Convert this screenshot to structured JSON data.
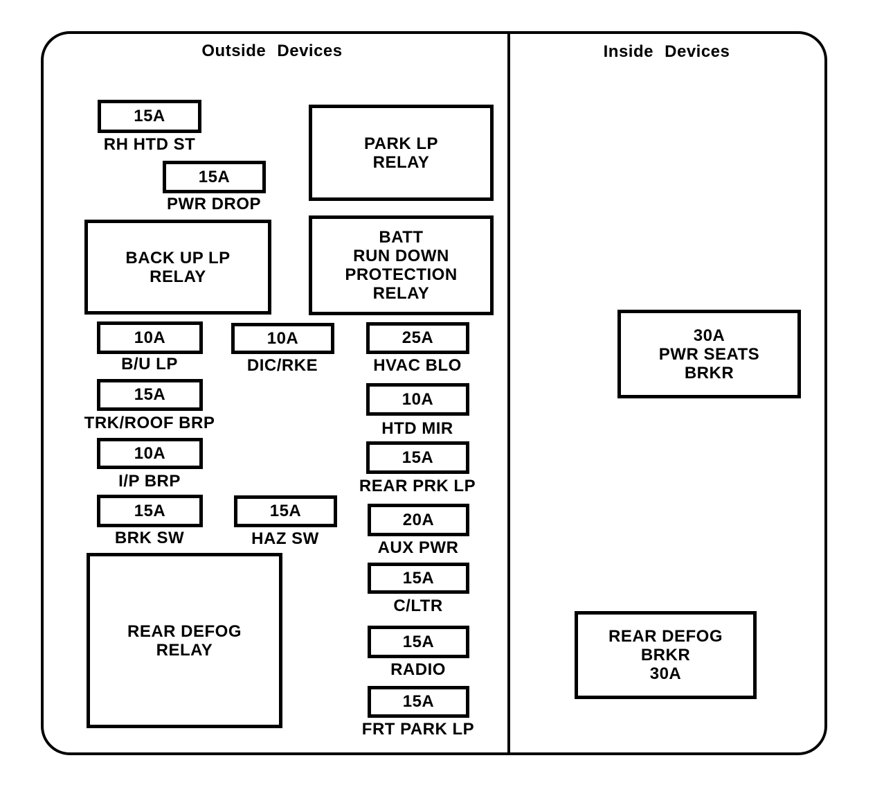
{
  "diagram": {
    "outside": {
      "title": "Outside Devices",
      "fuses": [
        {
          "amp": "15A",
          "label": "RH HTD ST"
        },
        {
          "amp": "15A",
          "label": "PWR DROP"
        },
        {
          "amp": "10A",
          "label": "B/U LP"
        },
        {
          "amp": "10A",
          "label": "DIC/RKE"
        },
        {
          "amp": "25A",
          "label": "HVAC BLO"
        },
        {
          "amp": "15A",
          "label": "TRK/ROOF BRP"
        },
        {
          "amp": "10A",
          "label": "HTD MIR"
        },
        {
          "amp": "10A",
          "label": "I/P BRP"
        },
        {
          "amp": "15A",
          "label": "REAR PRK LP"
        },
        {
          "amp": "15A",
          "label": "BRK SW"
        },
        {
          "amp": "15A",
          "label": "HAZ SW"
        },
        {
          "amp": "20A",
          "label": "AUX PWR"
        },
        {
          "amp": "15A",
          "label": "C/LTR"
        },
        {
          "amp": "15A",
          "label": "RADIO"
        },
        {
          "amp": "15A",
          "label": "FRT PARK LP"
        }
      ],
      "relays": [
        {
          "name": "PARK LP\nRELAY"
        },
        {
          "name": "BACK UP LP\nRELAY"
        },
        {
          "name": "BATT\nRUN DOWN\nPROTECTION\nRELAY"
        },
        {
          "name": "REAR DEFOG\nRELAY"
        }
      ]
    },
    "inside": {
      "title": "Inside Devices",
      "breakers": [
        {
          "name": "30A\nPWR SEATS\nBRKR"
        },
        {
          "name": "REAR DEFOG\nBRKR\n30A"
        }
      ]
    },
    "colors": {
      "line": "#000000",
      "background": "#ffffff"
    }
  }
}
